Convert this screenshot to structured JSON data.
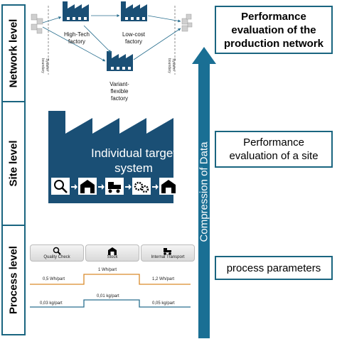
{
  "levels": {
    "network": "Network level",
    "site": "Site level",
    "process": "Process level"
  },
  "network": {
    "factories": {
      "hightech": "High-Tech\nfactory",
      "lowcost": "Low-cost\nfactory",
      "variant": "Variant-\nflexible\nfactory"
    },
    "boundary_left": "System-\nboundary",
    "boundary_right": "System-\nboundary"
  },
  "site": {
    "title": "Individual target\nsystem"
  },
  "process": {
    "tiles": [
      "Quality Check",
      "Stock",
      "Internal Transport"
    ],
    "energy_values": [
      "0,5 Wh/part",
      "1 Wh/part",
      "1,2 Wh/part"
    ],
    "material_values": [
      "0,03 kg/part",
      "0,01 kg/part",
      "0,05 kg/part"
    ]
  },
  "right": {
    "arrow_label": "Compression of Data",
    "box_network": "Performance evaluation of the production network",
    "box_site": "Performance evaluation of a site",
    "box_process": "process parameters"
  },
  "colors": {
    "dark_blue": "#1a5276",
    "navy": "#14406b",
    "frame": "#1a6580",
    "energy_line": "#d98a2b",
    "material_line": "#2a6f8f"
  }
}
